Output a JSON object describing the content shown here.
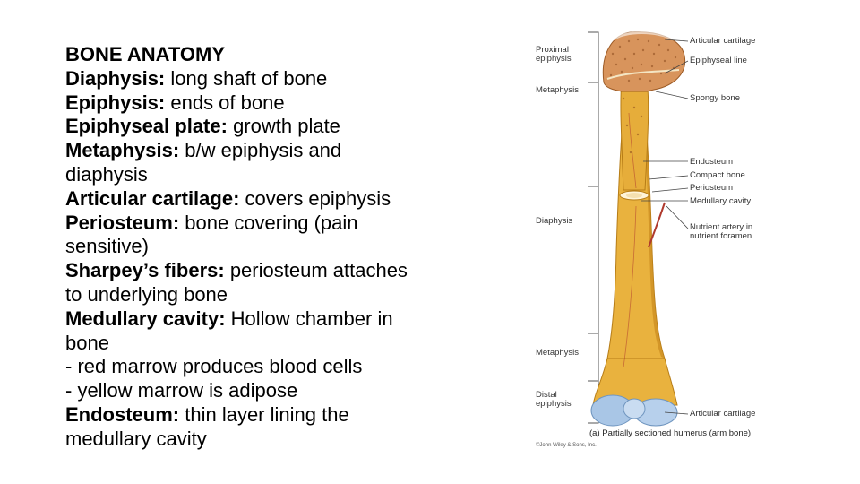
{
  "slide": {
    "lines": [
      {
        "bold": "BONE ANATOMY",
        "rest": ""
      },
      {
        "bold": "Diaphysis:",
        "rest": " long shaft of bone"
      },
      {
        "bold": "Epiphysis:",
        "rest": " ends of bone"
      },
      {
        "bold": "Epiphyseal plate:",
        "rest": " growth plate"
      },
      {
        "bold": "Metaphysis:",
        "rest": " b/w epiphysis and"
      },
      {
        "bold": "",
        "rest": "diaphysis"
      },
      {
        "bold": "Articular cartilage:",
        "rest": " covers epiphysis"
      },
      {
        "bold": "Periosteum:",
        "rest": " bone covering (pain"
      },
      {
        "bold": "",
        "rest": "sensitive)"
      },
      {
        "bold": "Sharpey’s fibers:",
        "rest": " periosteum attaches"
      },
      {
        "bold": "",
        "rest": "to underlying bone"
      },
      {
        "bold": "Medullary cavity:",
        "rest": " Hollow chamber in"
      },
      {
        "bold": "",
        "rest": "bone"
      },
      {
        "bold": "",
        "rest": "- red marrow produces blood cells"
      },
      {
        "bold": "",
        "rest": "- yellow marrow is adipose"
      },
      {
        "bold": "Endosteum:",
        "rest": " thin layer lining the"
      },
      {
        "bold": "",
        "rest": "medullary cavity"
      }
    ]
  },
  "figure": {
    "left_labels": {
      "proximal_1": "Proximal",
      "proximal_2": "epiphysis",
      "metaphysis_top": "Metaphysis",
      "diaphysis": "Diaphysis",
      "metaphysis_bottom": "Metaphysis",
      "distal_1": "Distal",
      "distal_2": "epiphysis"
    },
    "right_labels": {
      "articular_top": "Articular cartilage",
      "epiphyseal_line": "Epiphyseal line",
      "spongy_bone": "Spongy bone",
      "endosteum": "Endosteum",
      "compact_bone": "Compact bone",
      "periosteum": "Periosteum",
      "medullary_cavity": "Medullary cavity",
      "nutrient_1": "Nutrient artery in",
      "nutrient_2": "nutrient foramen",
      "articular_bottom": "Articular cartilage"
    },
    "caption": "(a) Partially sectioned humerus (arm bone)",
    "credit": "©John Wiley & Sons, Inc."
  },
  "colors": {
    "bone": "#e9b23e",
    "bone_dark": "#c98a1f",
    "spongy": "#d8945c",
    "cartilage": "#a9c6e6",
    "artery": "#b03a2e"
  }
}
